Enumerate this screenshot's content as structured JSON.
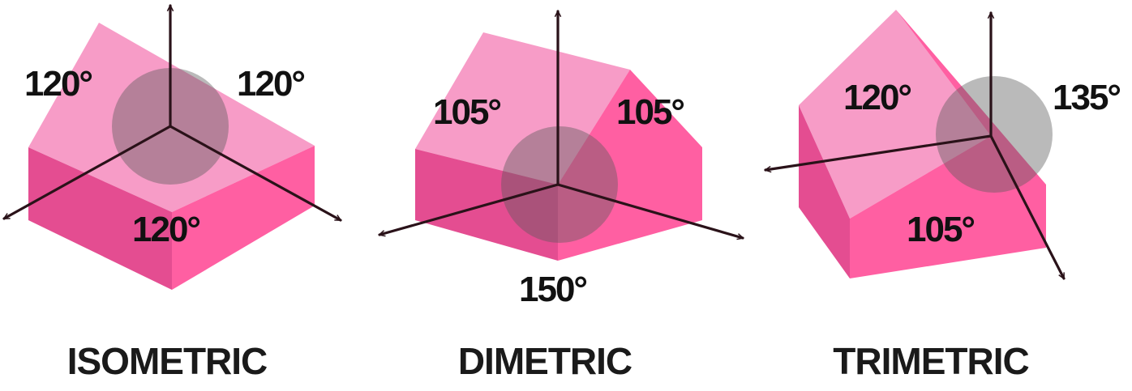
{
  "colors": {
    "top_face": "#f79cc7",
    "left_face": "#e44d91",
    "right_face": "#ff5fa2",
    "axis": "#2a1219",
    "circle": "#5a5a5a"
  },
  "projections": [
    {
      "name": "ISOMETRIC",
      "angles": [
        "120°",
        "120°",
        "120°"
      ]
    },
    {
      "name": "DIMETRIC",
      "angles": [
        "105°",
        "105°",
        "150°"
      ]
    },
    {
      "name": "TRIMETRIC",
      "angles": [
        "120°",
        "135°",
        "105°"
      ]
    }
  ]
}
